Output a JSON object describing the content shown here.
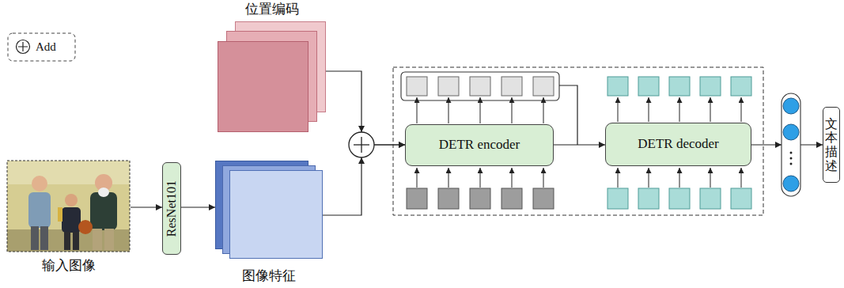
{
  "diagram": {
    "nodes": [
      {
        "text": [
          "位置编码"
        ]
      },
      {
        "text": [
          "输入图像"
        ]
      },
      {
        "text": [
          "ResNet101"
        ]
      },
      {
        "text": [
          "图像特征"
        ]
      },
      {
        "text": [
          "DETR encoder"
        ]
      },
      {
        "text": [
          "DETR decoder"
        ]
      },
      {
        "text": [
          "文本描述"
        ]
      }
    ],
    "edges": [
      {
        "from": 0,
        "to": 4,
        "arrow": "to"
      },
      {
        "from": 3,
        "to": 4,
        "arrow": "to"
      },
      {
        "from": 1,
        "to": 2,
        "arrow": "to"
      },
      {
        "from": 2,
        "to": 3,
        "arrow": "to"
      },
      {
        "from": 4,
        "to": 5,
        "arrow": "to"
      },
      {
        "from": 5,
        "to": 6,
        "arrow": "to"
      }
    ],
    "legend": [
      {
        "text": "Add"
      }
    ]
  }
}
